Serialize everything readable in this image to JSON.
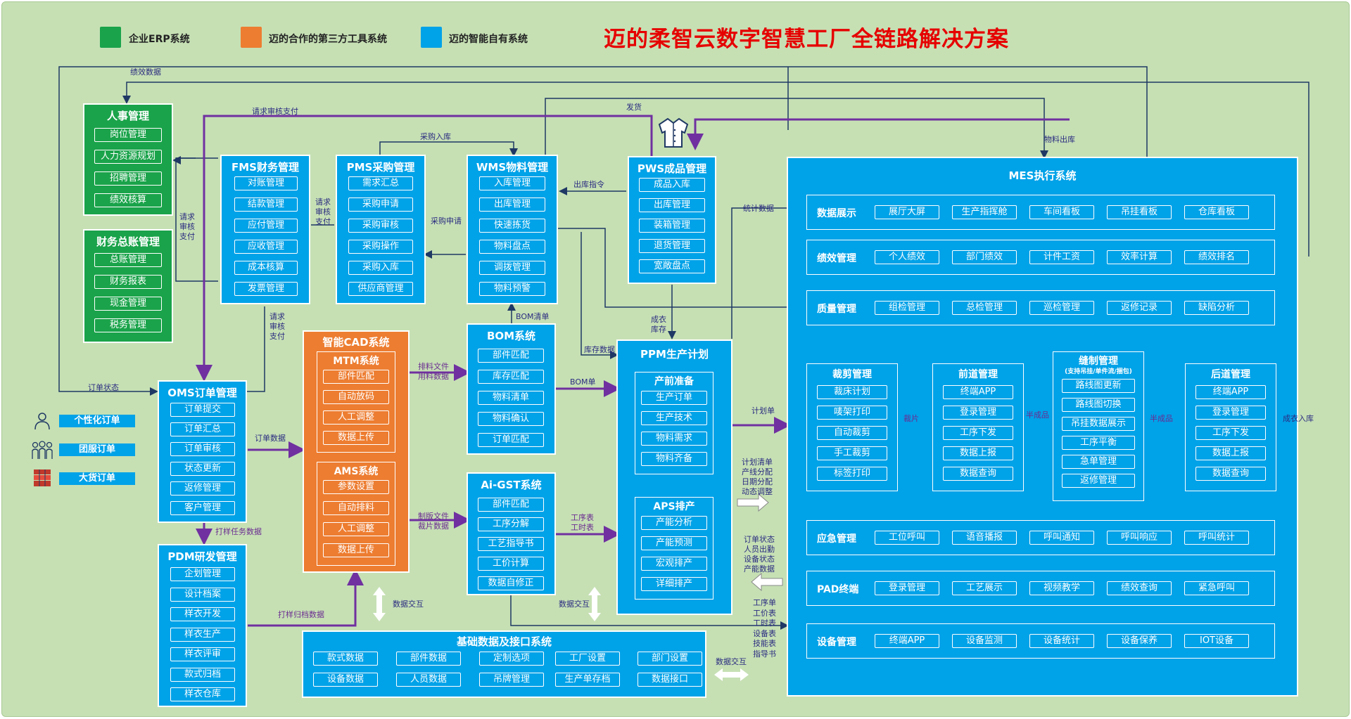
{
  "title": "迈的柔智云数字智慧工厂全链路解决方案",
  "colors": {
    "erp": "#1aa34a",
    "third_party": "#ed7d31",
    "own": "#00a2e8",
    "background": "#c6e0b4",
    "title": "#e60000",
    "flow_purple": "#7030a0",
    "flow_navy": "#1f3864"
  },
  "legend": [
    {
      "label": "企业ERP系统",
      "color": "#1aa34a"
    },
    {
      "label": "迈的合作的第三方工具系统",
      "color": "#ed7d31"
    },
    {
      "label": "迈的智能自有系统",
      "color": "#00a2e8"
    }
  ],
  "hr": {
    "title": "人事管理",
    "items": [
      "岗位管理",
      "人力资源规划",
      "招聘管理",
      "绩效核算"
    ]
  },
  "finance_gl": {
    "title": "财务总账管理",
    "items": [
      "总账管理",
      "财务报表",
      "现金管理",
      "税务管理"
    ]
  },
  "fms": {
    "title": "FMS财务管理",
    "items": [
      "对账管理",
      "结款管理",
      "应付管理",
      "应收管理",
      "成本核算",
      "发票管理"
    ]
  },
  "pms": {
    "title": "PMS采购管理",
    "items": [
      "需求汇总",
      "采购申请",
      "采购审核",
      "采购操作",
      "采购入库",
      "供应商管理"
    ]
  },
  "wms": {
    "title": "WMS物料管理",
    "items": [
      "入库管理",
      "出库管理",
      "快速拣货",
      "物料盘点",
      "调拨管理",
      "物料预警"
    ]
  },
  "pws": {
    "title": "PWS成品管理",
    "items": [
      "成品入库",
      "出库管理",
      "装箱管理",
      "退货管理",
      "宽敞盘点"
    ]
  },
  "oms": {
    "title": "OMS订单管理",
    "items": [
      "订单提交",
      "订单汇总",
      "订单审核",
      "状态更新",
      "返修管理",
      "客户管理"
    ]
  },
  "pdm": {
    "title": "PDM研发管理",
    "items": [
      "企划管理",
      "设计档案",
      "样衣开发",
      "样衣生产",
      "样衣评审",
      "款式归档",
      "样衣仓库"
    ]
  },
  "cad": {
    "title": "智能CAD系统",
    "mtm": {
      "title": "MTM系统",
      "items": [
        "部件匹配",
        "自动放码",
        "人工调整",
        "数据上传"
      ]
    },
    "ams": {
      "title": "AMS系统",
      "items": [
        "参数设置",
        "自动排料",
        "人工调整",
        "数据上传"
      ]
    }
  },
  "bom": {
    "title": "BOM系统",
    "items": [
      "部件匹配",
      "库存匹配",
      "物料清单",
      "物料确认",
      "订单匹配"
    ]
  },
  "gst": {
    "title": "Ai-GST系统",
    "items": [
      "部件匹配",
      "工序分解",
      "工艺指导书",
      "工价计算",
      "数据自修正"
    ]
  },
  "ppm": {
    "title": "PPM生产计划",
    "prep": {
      "title": "产前准备",
      "items": [
        "生产订单",
        "生产技术",
        "物料需求",
        "物料齐备"
      ]
    },
    "aps": {
      "title": "APS排产",
      "items": [
        "产能分析",
        "产能预测",
        "宏观排产",
        "详细排产"
      ]
    }
  },
  "base": {
    "title": "基础数据及接口系统",
    "items": [
      "款式数据",
      "部件数据",
      "定制选项",
      "工厂设置",
      "部门设置",
      "设备数据",
      "人员数据",
      "吊牌管理",
      "生产单存档",
      "数据接口"
    ]
  },
  "order_sources": [
    "个性化订单",
    "团服订单",
    "大货订单"
  ],
  "mes": {
    "title": "MES执行系统",
    "rows_top": [
      {
        "label": "数据展示",
        "items": [
          "展厅大屏",
          "生产指挥舱",
          "车间看板",
          "吊挂看板",
          "仓库看板"
        ]
      },
      {
        "label": "绩效管理",
        "items": [
          "个人绩效",
          "部门绩效",
          "计件工资",
          "效率计算",
          "绩效排名"
        ]
      },
      {
        "label": "质量管理",
        "items": [
          "组检管理",
          "总检管理",
          "巡检管理",
          "返修记录",
          "缺陷分析"
        ]
      }
    ],
    "cut": {
      "title": "裁剪管理",
      "items": [
        "裁床计划",
        "唛架打印",
        "自动裁剪",
        "手工裁剪",
        "标签打印"
      ]
    },
    "front": {
      "title": "前道管理",
      "items": [
        "终端APP",
        "登录管理",
        "工序下发",
        "数据上报",
        "数据查询"
      ]
    },
    "sew": {
      "title": "缝制管理",
      "subtitle": "(支持吊挂/单件流/捆包)",
      "items": [
        "路线图更新",
        "路线图切换",
        "吊挂数据展示",
        "工序平衡",
        "急单管理",
        "返修管理"
      ]
    },
    "back": {
      "title": "后道管理",
      "items": [
        "终端APP",
        "登录管理",
        "工序下发",
        "数据上报",
        "数据查询"
      ]
    },
    "rows_bottom": [
      {
        "label": "应急管理",
        "items": [
          "工位呼叫",
          "语音播报",
          "呼叫通知",
          "呼叫响应",
          "呼叫统计"
        ]
      },
      {
        "label": "PAD终端",
        "items": [
          "登录管理",
          "工艺展示",
          "视频教学",
          "绩效查询",
          "紧急呼叫"
        ]
      },
      {
        "label": "设备管理",
        "items": [
          "终端APP",
          "设备监测",
          "设备统计",
          "设备保养",
          "IOT设备"
        ]
      }
    ]
  },
  "labels": {
    "jixiao_shuju": "绩效数据",
    "qingqiu_shenhe_zhifu_top": "请求审核支付",
    "fahuo": "发货",
    "caigou_ruku": "采购入库",
    "wuliao_chuku": "物料出库",
    "qingqiu1": [
      "请求",
      "审核",
      "支付"
    ],
    "qingqiu2": [
      "请求",
      "审核",
      "支付"
    ],
    "qingqiu3": [
      "请求",
      "审核",
      "支付"
    ],
    "caigou_shenqing": "采购申请",
    "chuku_zhiling": "出库指令",
    "tongji_shuju": "统计数据",
    "bom_qingdan": "BOM清单",
    "chengyi_kucun": [
      "成衣",
      "库存"
    ],
    "kucun_shuju": "库存数据",
    "dingdan_zhuangtai": "订单状态",
    "paiban_wenjian": [
      "排料文件",
      "用料数据"
    ],
    "bom_dan": "BOM单",
    "jihua_dan": "计划单",
    "dingdan_shuju": "订单数据",
    "dayang_renwu": "打样任务数据",
    "zhiban_wenjian": [
      "制版文件",
      "裁片数据"
    ],
    "gongxu_biao": [
      "工序表",
      "工时表"
    ],
    "jihua_qingdan": [
      "计划清单",
      "产线分配",
      "日期分配",
      "动态调整"
    ],
    "dingdan_status_block": [
      "订单状态",
      "人员出勤",
      "设备状态",
      "产能数据"
    ],
    "dayang_guidang": "打样归档数据",
    "shuju_jiaohu1": "数据交互",
    "shuju_jiaohu2": "数据交互",
    "shuju_jiaohu3": "数据交互",
    "gongxu_block": [
      "工序单",
      "工价表",
      "工时表",
      "设备表",
      "技能表",
      "指导书"
    ],
    "caipian": "裁片",
    "banchengpin1": "半成品",
    "banchengpin2": "半成品",
    "chengyi_ruku": "成衣入库"
  }
}
